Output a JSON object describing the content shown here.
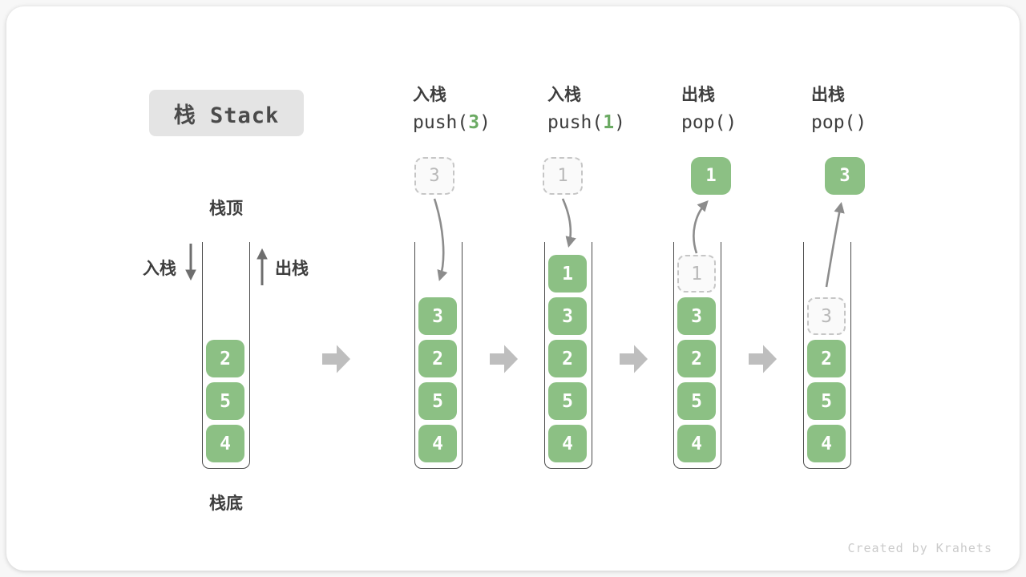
{
  "header": {
    "title": "栈 Stack"
  },
  "legend": {
    "stack_top": "栈顶",
    "stack_bottom": "栈底",
    "push": "入栈",
    "pop": "出栈"
  },
  "footer": {
    "watermark": "Created by Krahets"
  },
  "colors": {
    "element_green": "#8cc084",
    "code_arg_green": "#6baa63",
    "ghost_gray": "#b9b9b9",
    "curve_arrow_gray": "#8c8c8c",
    "legend_arrow_gray": "#6e6e6e",
    "block_arrow_gray": "#bebebe",
    "badge_bg": "#e4e4e4",
    "text_dark": "#3e3e3e"
  },
  "stages": [
    {
      "name": "initial",
      "cells": [
        {
          "value": "2"
        },
        {
          "value": "5"
        },
        {
          "value": "4"
        }
      ]
    },
    {
      "name": "push-3",
      "op_label": "入栈",
      "code": {
        "pre": "push(",
        "arg": "3",
        "post": ")"
      },
      "float_value": "3",
      "cells": [
        {
          "value": "3"
        },
        {
          "value": "2"
        },
        {
          "value": "5"
        },
        {
          "value": "4"
        }
      ]
    },
    {
      "name": "push-1",
      "op_label": "入栈",
      "code": {
        "pre": "push(",
        "arg": "1",
        "post": ")"
      },
      "float_value": "1",
      "cells": [
        {
          "value": "1"
        },
        {
          "value": "3"
        },
        {
          "value": "2"
        },
        {
          "value": "5"
        },
        {
          "value": "4"
        }
      ]
    },
    {
      "name": "pop-1",
      "op_label": "出栈",
      "code": {
        "pre": "pop(",
        "arg": "",
        "post": ")"
      },
      "float_value": "1",
      "cells": [
        {
          "value": "1",
          "ghost": true
        },
        {
          "value": "3"
        },
        {
          "value": "2"
        },
        {
          "value": "5"
        },
        {
          "value": "4"
        }
      ]
    },
    {
      "name": "pop-3",
      "op_label": "出栈",
      "code": {
        "pre": "pop(",
        "arg": "",
        "post": ")"
      },
      "float_value": "3",
      "cells": [
        {
          "value": "3",
          "ghost": true
        },
        {
          "value": "2"
        },
        {
          "value": "5"
        },
        {
          "value": "4"
        }
      ]
    }
  ]
}
